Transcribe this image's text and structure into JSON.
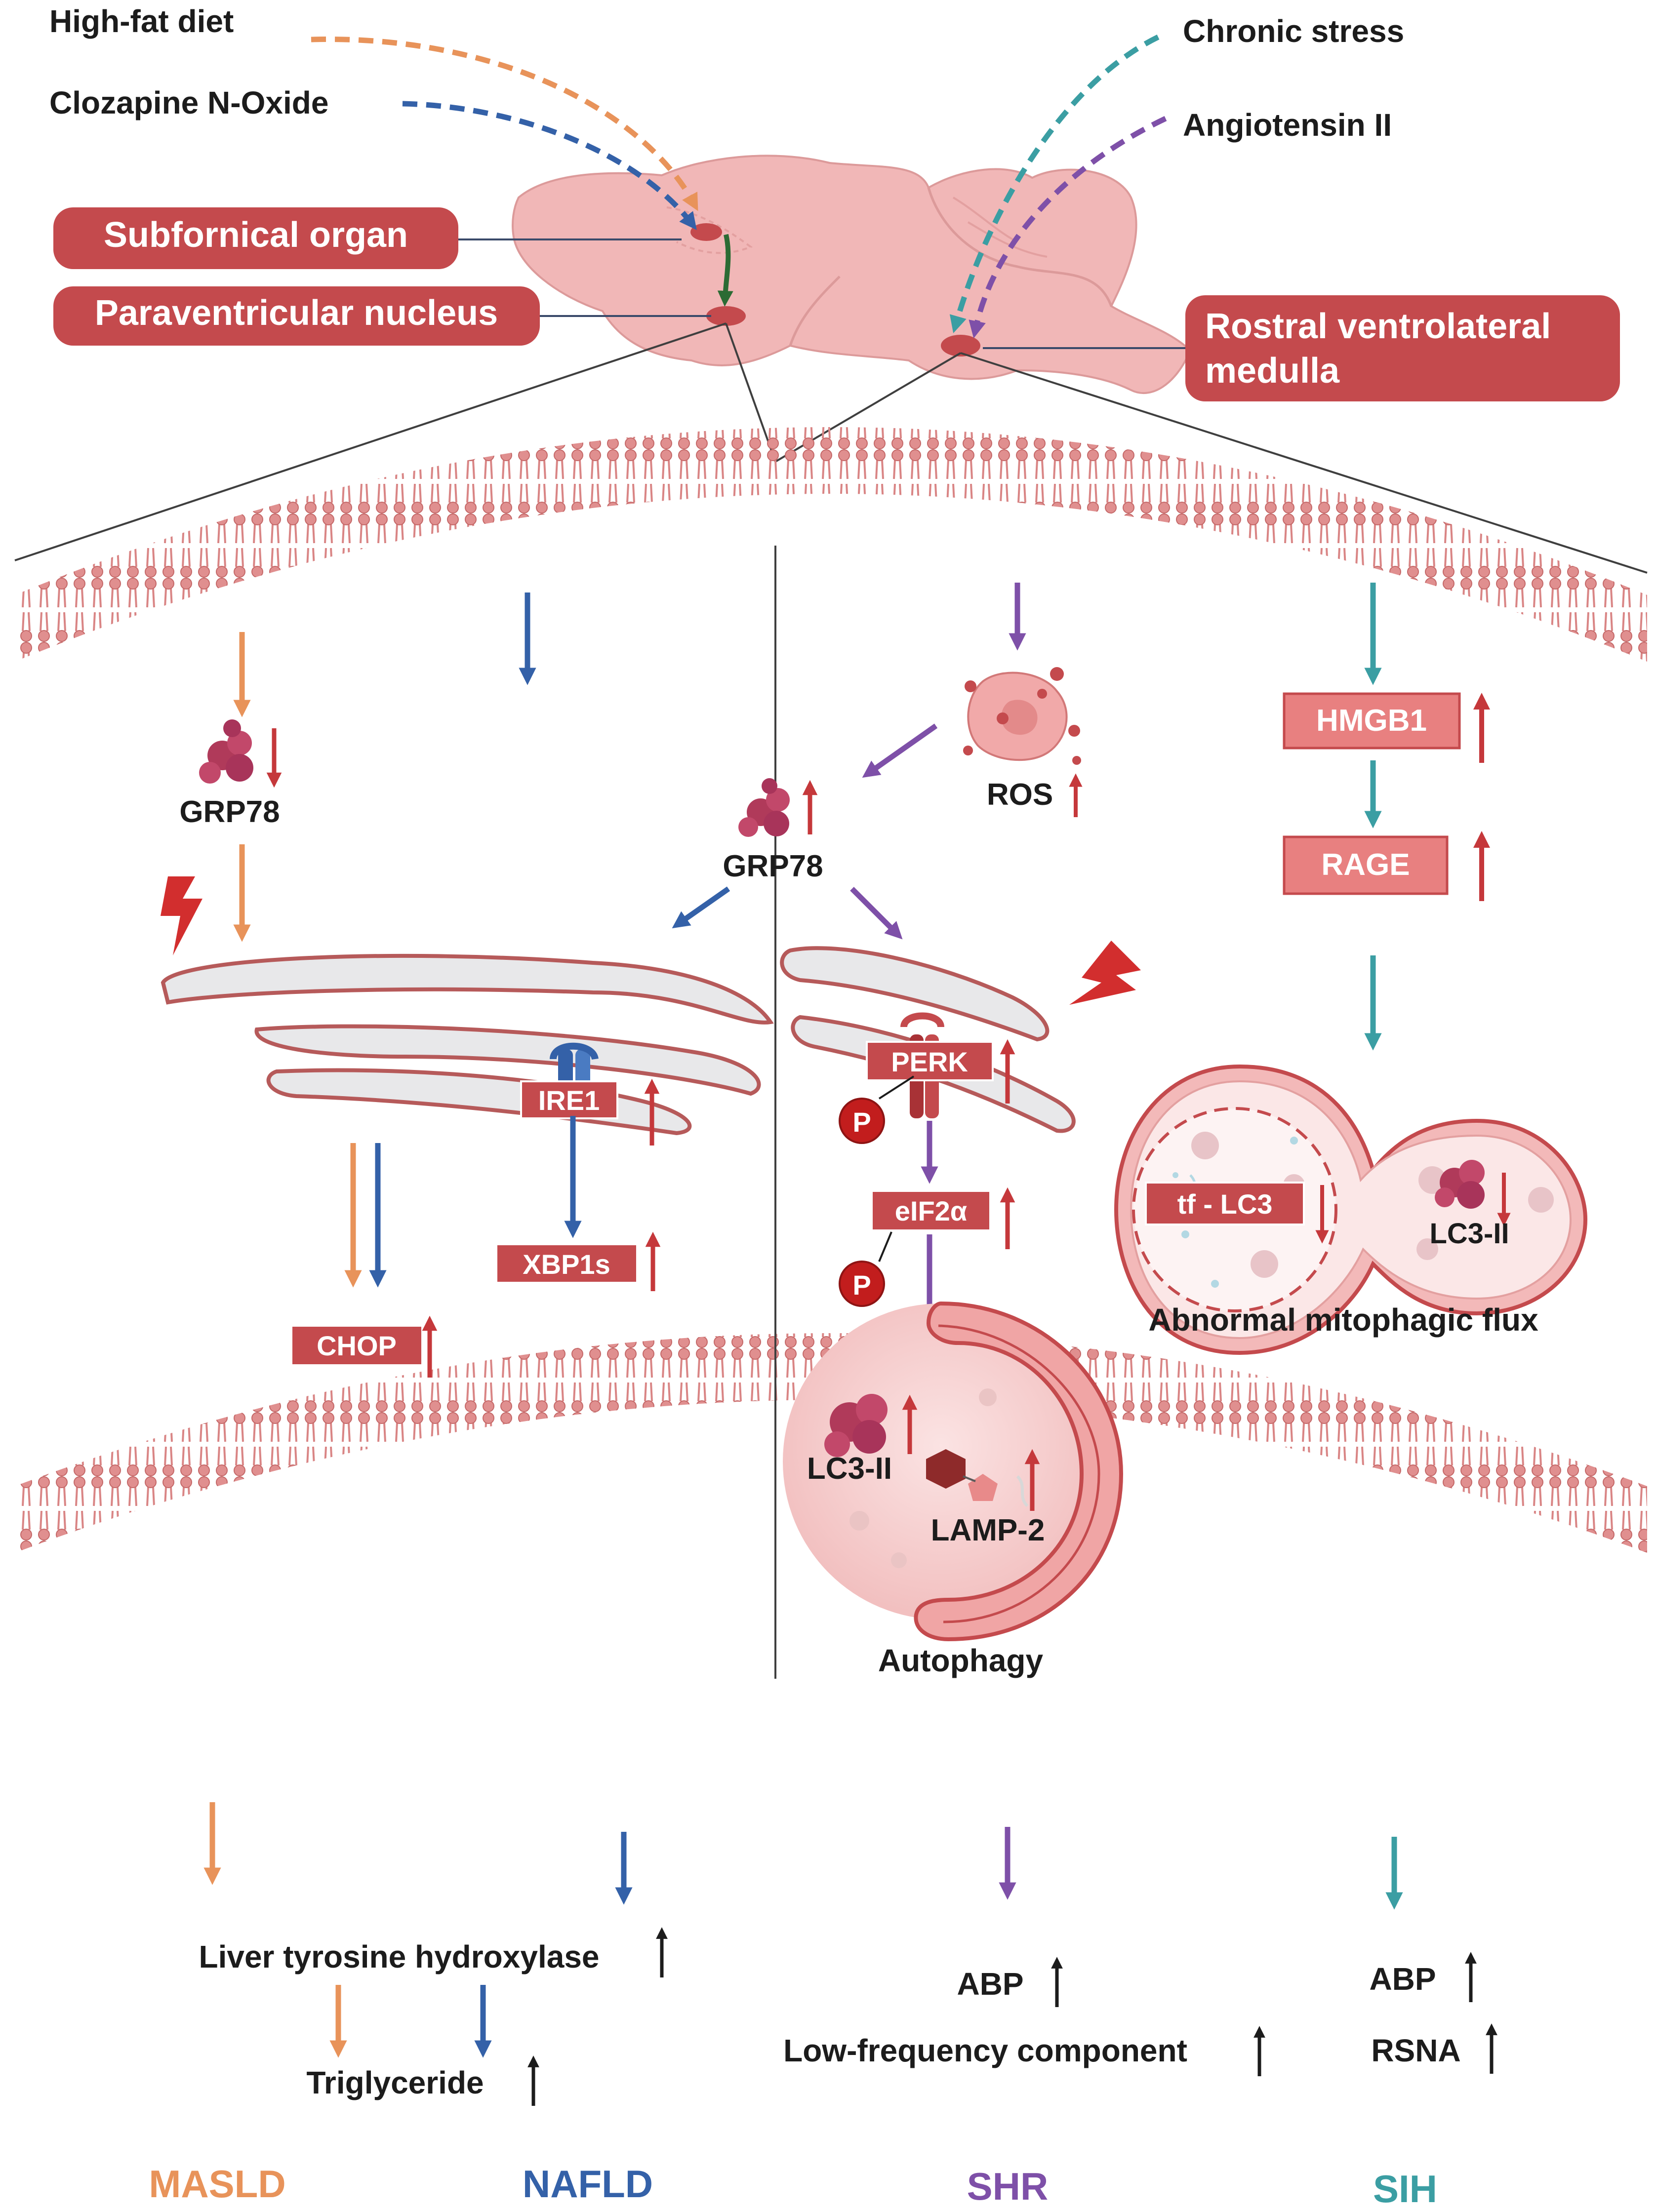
{
  "inputs": {
    "high_fat_diet": "High-fat diet",
    "clozapine": "Clozapine N-Oxide",
    "chronic_stress": "Chronic stress",
    "angiotensin": "Angiotensin II"
  },
  "brain_regions": {
    "sfo": "Subfornical organ",
    "pvn": "Paraventricular nucleus",
    "rvlm_line1": "Rostral ventrolateral",
    "rvlm_line2": "medulla"
  },
  "molecules": {
    "grp78_left": "GRP78",
    "grp78_center": "GRP78",
    "ros": "ROS",
    "hmgb1": "HMGB1",
    "rage": "RAGE",
    "ire1": "IRE1",
    "xbp1s": "XBP1s",
    "chop": "CHOP",
    "perk": "PERK",
    "eif2a": "eIF2α",
    "phospho": "P",
    "tf_lc3": "tf - LC3",
    "lc3ii_mito": "LC3-II",
    "lc3ii_auto": "LC3-II",
    "lamp2": "LAMP-2"
  },
  "captions": {
    "mitophagy": "Abnormal mitophagic flux",
    "autophagy": "Autophagy"
  },
  "outcomes": {
    "liver_th": "Liver tyrosine hydroxylase",
    "triglyceride": "Triglyceride",
    "abp_shr": "ABP",
    "lf_component": "Low-frequency component",
    "abp_sih": "ABP",
    "rsna": "RSNA"
  },
  "models": {
    "masld": "MASLD",
    "nafld": "NAFLD",
    "shr": "SHR",
    "sih": "SIH"
  },
  "colors": {
    "masld": "#e8935a",
    "nafld": "#3461a8",
    "shr": "#7e50a8",
    "sih": "#3b9ea3",
    "up_red": "#c5383b",
    "label_red": "#c44a4d",
    "membrane": "#d98585"
  }
}
